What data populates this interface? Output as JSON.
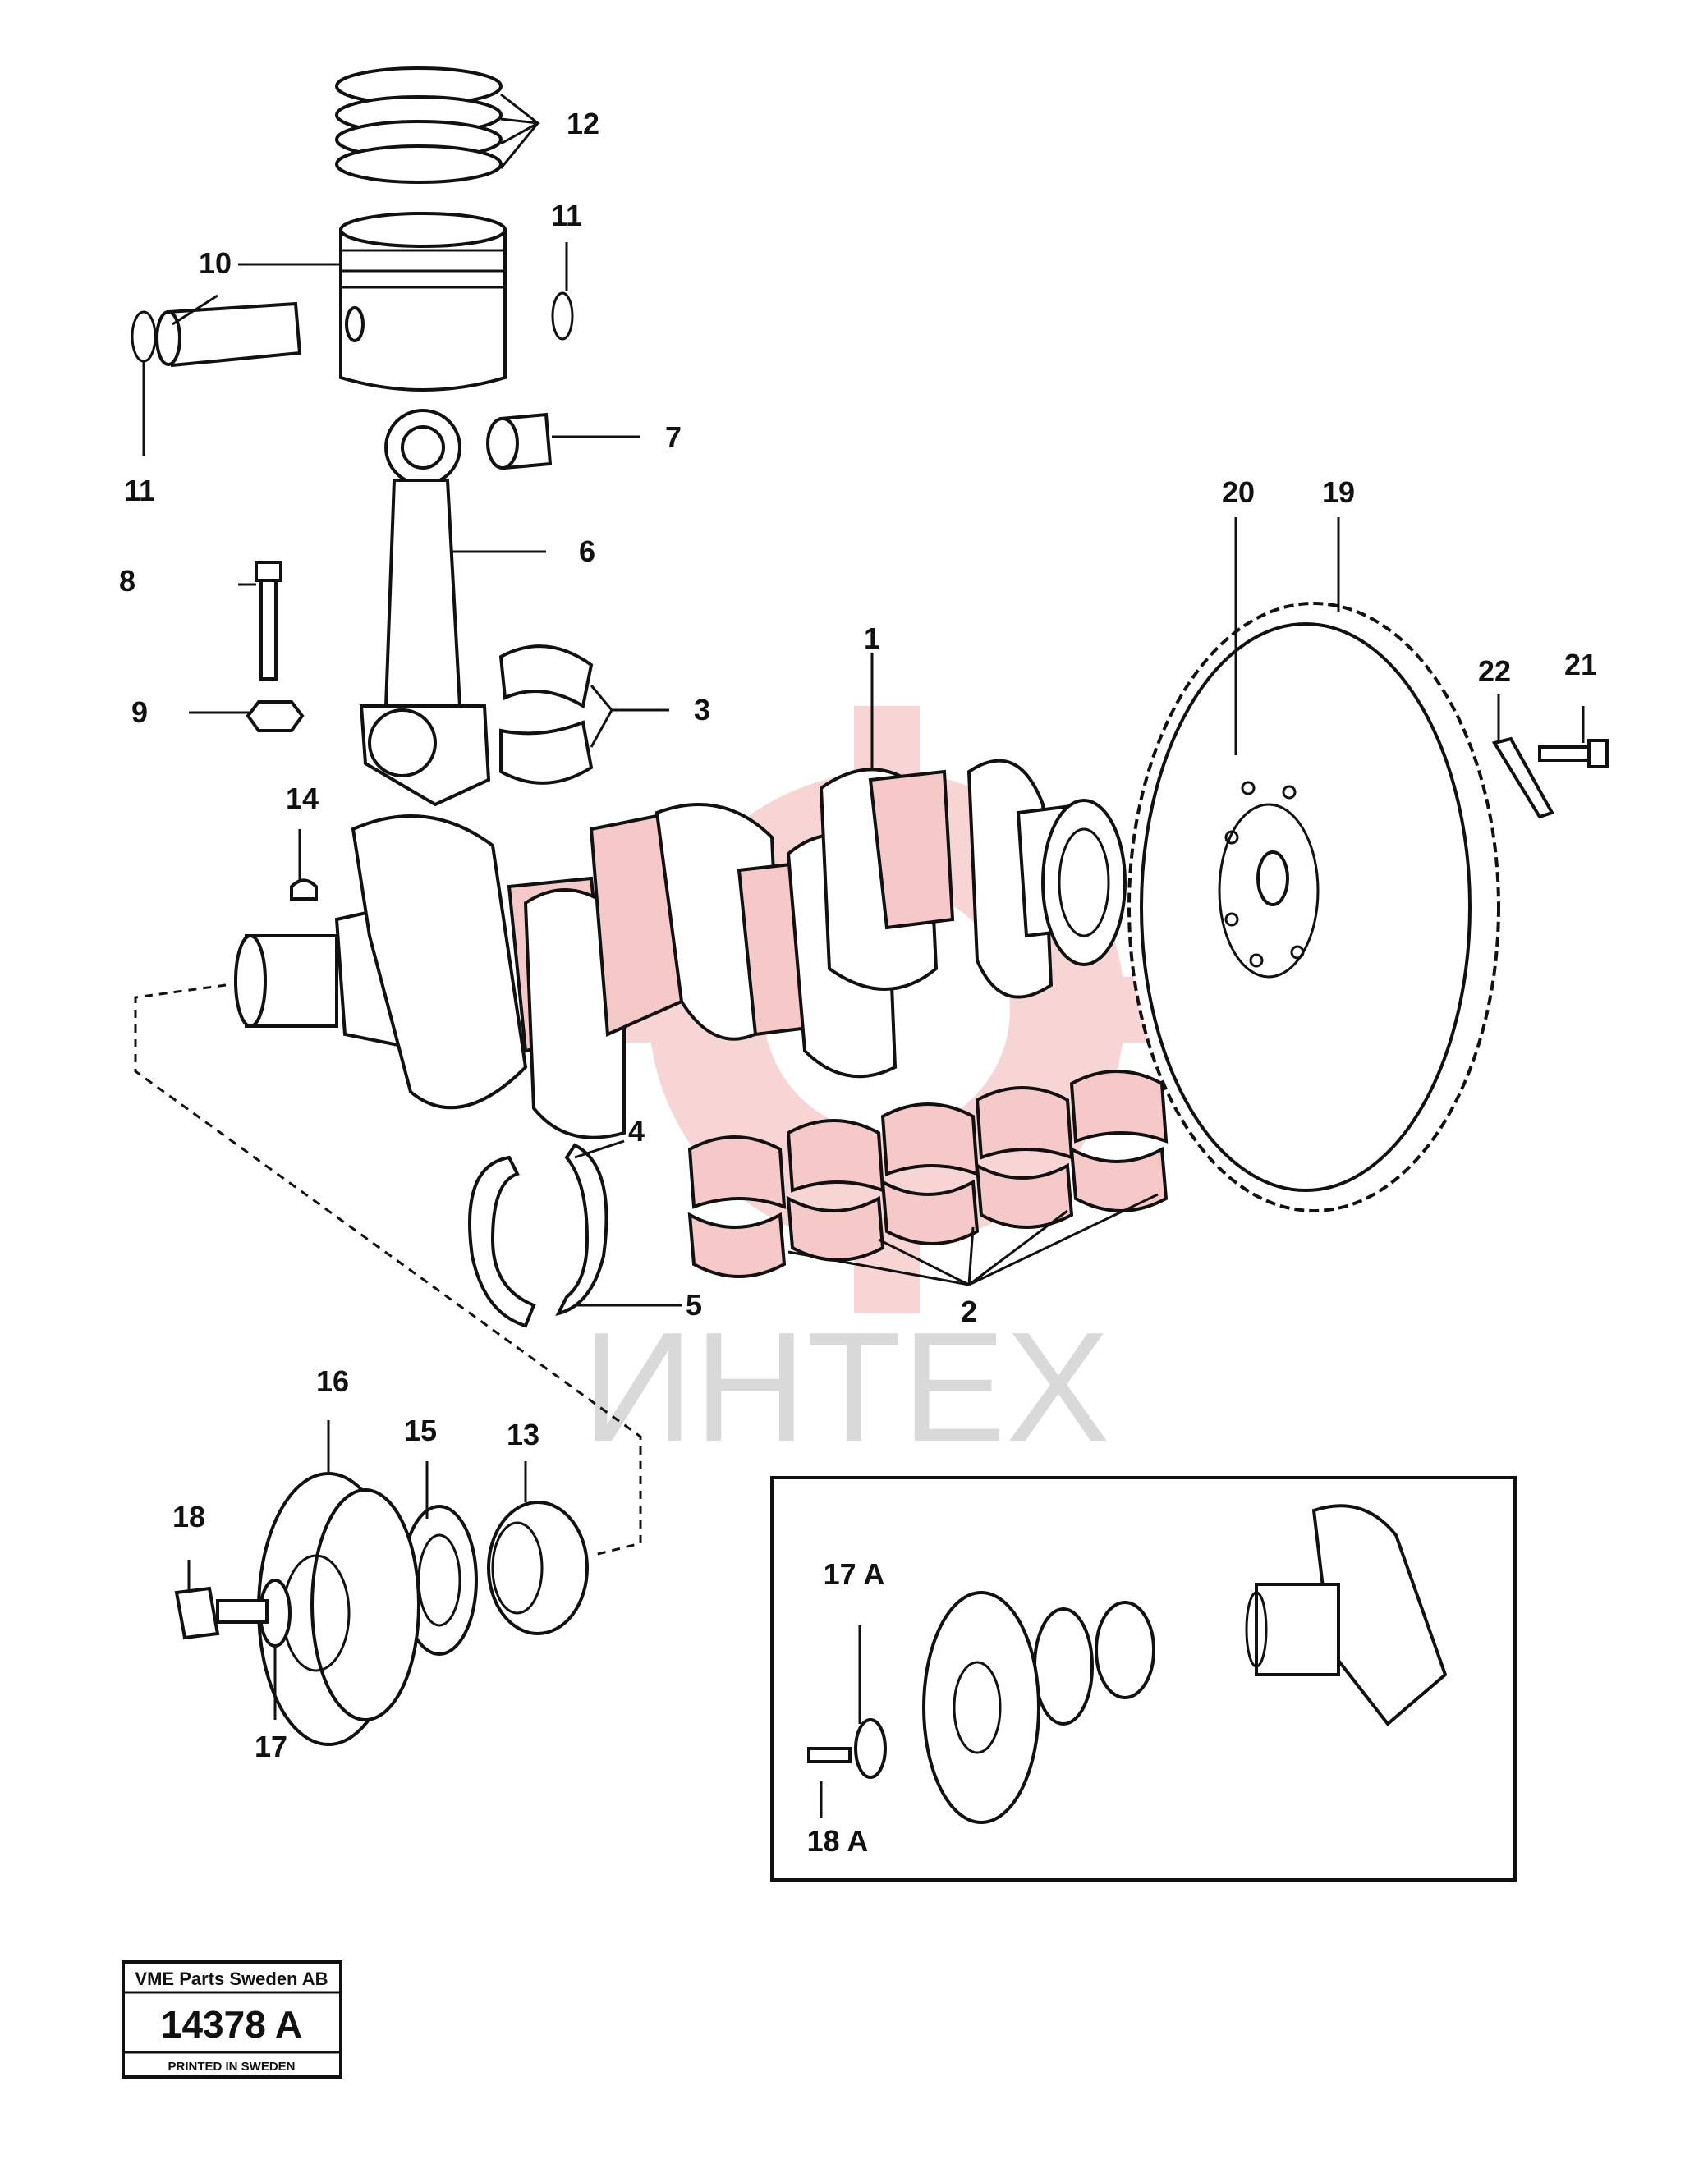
{
  "watermark": {
    "text": "ИНТЕХ",
    "color": "#d9d9d9",
    "emblem_color": "#f3b3b3"
  },
  "callouts": [
    {
      "id": "c1",
      "text": "1"
    },
    {
      "id": "c2",
      "text": "2"
    },
    {
      "id": "c3",
      "text": "3"
    },
    {
      "id": "c4",
      "text": "4"
    },
    {
      "id": "c5",
      "text": "5"
    },
    {
      "id": "c6",
      "text": "6"
    },
    {
      "id": "c7",
      "text": "7"
    },
    {
      "id": "c8",
      "text": "8"
    },
    {
      "id": "c9",
      "text": "9"
    },
    {
      "id": "c10",
      "text": "10"
    },
    {
      "id": "c11a",
      "text": "11"
    },
    {
      "id": "c11b",
      "text": "11"
    },
    {
      "id": "c12",
      "text": "12"
    },
    {
      "id": "c13",
      "text": "13"
    },
    {
      "id": "c14",
      "text": "14"
    },
    {
      "id": "c15",
      "text": "15"
    },
    {
      "id": "c16",
      "text": "16"
    },
    {
      "id": "c17",
      "text": "17"
    },
    {
      "id": "c18",
      "text": "18"
    },
    {
      "id": "c19",
      "text": "19"
    },
    {
      "id": "c20",
      "text": "20"
    },
    {
      "id": "c21",
      "text": "21"
    },
    {
      "id": "c22",
      "text": "22"
    },
    {
      "id": "c17a",
      "text": "17 A"
    },
    {
      "id": "c18a",
      "text": "18 A"
    }
  ],
  "footer": {
    "company": "VME Parts Sweden AB",
    "drawing_number": "14378 A",
    "printed": "PRINTED IN SWEDEN"
  }
}
